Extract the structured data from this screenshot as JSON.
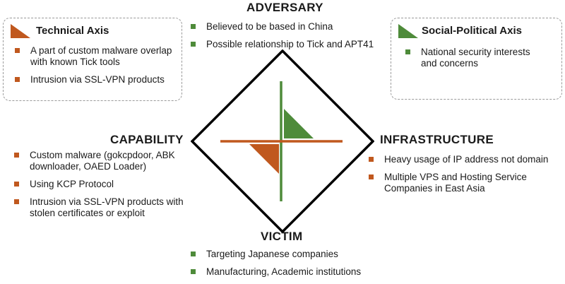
{
  "colors": {
    "technical": "#c0581e",
    "social": "#4e8b3a",
    "diamond": "#000000"
  },
  "adversary": {
    "title": "ADVERSARY",
    "items": [
      "Believed to be based in China",
      "Possible relationship to Tick and APT41"
    ]
  },
  "capability": {
    "title": "CAPABILITY",
    "items": [
      "Custom malware (gokcpdoor, ABK downloader, OAED Loader)",
      "Using KCP Protocol",
      "Intrusion via SSL-VPN products with stolen certificates or exploit"
    ]
  },
  "infrastructure": {
    "title": "INFRASTRUCTURE",
    "items": [
      "Heavy usage of IP address not domain",
      "Multiple VPS and Hosting Service Companies in East Asia"
    ]
  },
  "victim": {
    "title": "VICTIM",
    "items": [
      "Targeting Japanese companies",
      "Manufacturing, Academic institutions"
    ]
  },
  "technical_axis": {
    "title": "Technical Axis",
    "items": [
      "A part of custom malware overlap with known Tick tools",
      "Intrusion via SSL-VPN products"
    ]
  },
  "social_political_axis": {
    "title": "Social-Political Axis",
    "items": [
      "National security interests and concerns"
    ]
  }
}
